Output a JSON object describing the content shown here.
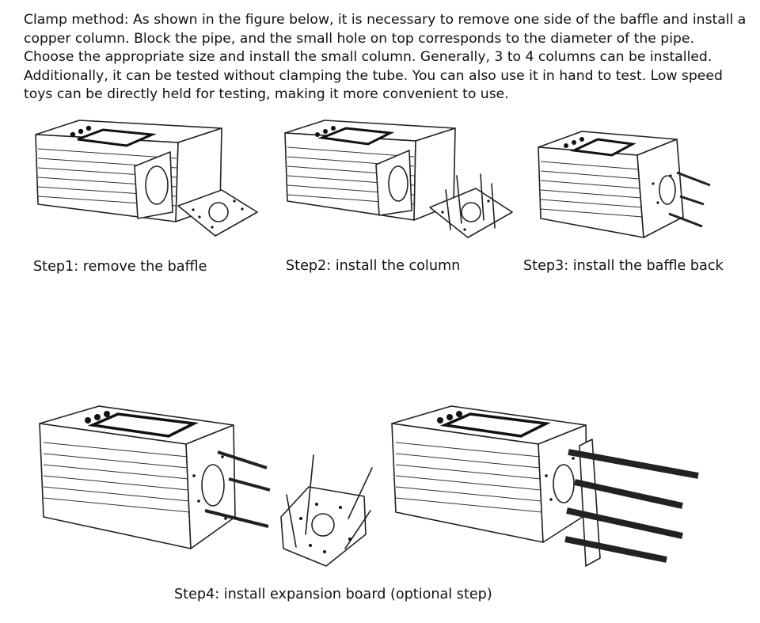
{
  "intro": "Clamp method: As shown in the figure below, it is necessary to remove one side of the baffle and install a copper column. Block the pipe, and the small hole on top corresponds to the diameter of the pipe. Choose the appropriate size and install the small column. Generally, 3 to 4 columns can be installed. Additionally, it can be tested without clamping the tube. You can also use it in hand to test. Low speed toys can be directly held for testing, making it more convenient to use.",
  "steps": {
    "step1": "Step1: remove the baffle",
    "step2": "Step2: install the column",
    "step3": "Step3: install the baffle back",
    "step4": "Step4: install expansion board (optional step)"
  }
}
